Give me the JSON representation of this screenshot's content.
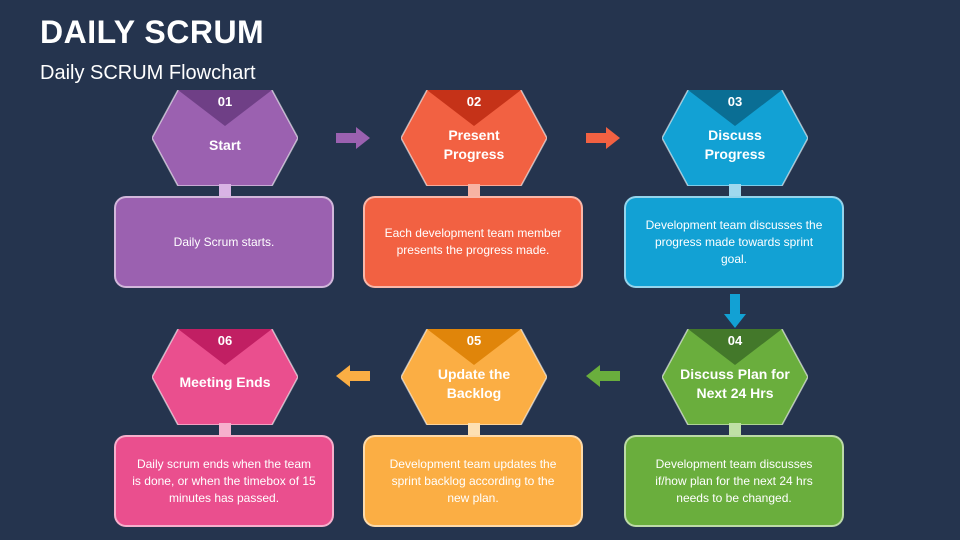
{
  "title": "DAILY SCRUM",
  "subtitle": "Daily SCRUM Flowchart",
  "steps": [
    {
      "num": "01",
      "label": "Start",
      "desc": "Daily Scrum starts.",
      "color": "#9b61b0",
      "dark": "#6f3f86",
      "light": "#d9b3e4"
    },
    {
      "num": "02",
      "label": "Present\nProgress",
      "desc": "Each development team member presents the progress made.",
      "color": "#f26142",
      "dark": "#c53218",
      "light": "#f7b3a3"
    },
    {
      "num": "03",
      "label": "Discuss\nProgress",
      "desc": "Development team discusses the progress made towards sprint goal.",
      "color": "#12a1d4",
      "dark": "#0a6e94",
      "light": "#9fd8ee"
    },
    {
      "num": "04",
      "label": "Discuss Plan for\nNext 24 Hrs",
      "desc": "Development team discusses if/how plan for the next 24 hrs needs to be changed.",
      "color": "#6aae3d",
      "dark": "#43782a",
      "light": "#bfe0a5"
    },
    {
      "num": "05",
      "label": "Update the\nBacklog",
      "desc": "Development team updates the sprint backlog according to the new plan.",
      "color": "#fbae44",
      "dark": "#e0850a",
      "light": "#fde0b2"
    },
    {
      "num": "06",
      "label": "Meeting Ends",
      "desc": "Daily scrum ends when the team is done, or when the timebox of 15 minutes has passed.",
      "color": "#ea4f8e",
      "dark": "#c11f63",
      "light": "#f6b0cd"
    }
  ],
  "arrow_colors": {
    "a12": "#9b61b0",
    "a23": "#f26142",
    "a34": "#12a1d4",
    "a45": "#6aae3d",
    "a56": "#fbae44"
  }
}
